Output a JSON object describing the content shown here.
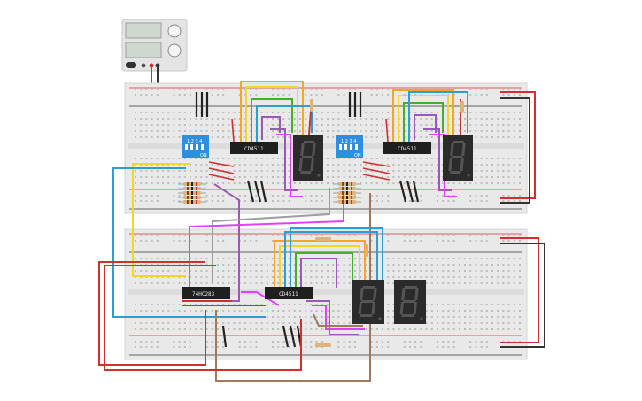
{
  "canvas": {
    "background": "#ffffff"
  },
  "colors": {
    "breadboard": "#e9e9e9",
    "breadboard_edge": "#d4d4d4",
    "hole": "#bdbdbd",
    "rail_red": "#d32f2f",
    "rail_black": "#333333",
    "chip": "#1f1f1f",
    "display": "#2b2b2b",
    "dip_switch": "#2f8ee0",
    "power_supply": "#e4e4e4"
  },
  "chips": [
    {
      "id": "cd4511-top-left",
      "label": "CD4511"
    },
    {
      "id": "cd4511-top-right",
      "label": "CD4511"
    },
    {
      "id": "74hc283-bottom",
      "label": "74HC283"
    },
    {
      "id": "cd4511-bottom",
      "label": "CD4511"
    }
  ],
  "dip_switches": [
    {
      "id": "dip-left",
      "label": "ON",
      "numbers": "1 2 3 4"
    },
    {
      "id": "dip-right",
      "label": "ON",
      "numbers": "1 2 3 4"
    }
  ],
  "displays": [
    {
      "id": "display-top-left",
      "digit": "8"
    },
    {
      "id": "display-top-right",
      "digit": "8"
    },
    {
      "id": "display-bottom-1",
      "digit": "8"
    },
    {
      "id": "display-bottom-2",
      "digit": "8"
    }
  ],
  "icons": {
    "power_supply": "power-supply-icon",
    "knob": "knob-icon"
  }
}
